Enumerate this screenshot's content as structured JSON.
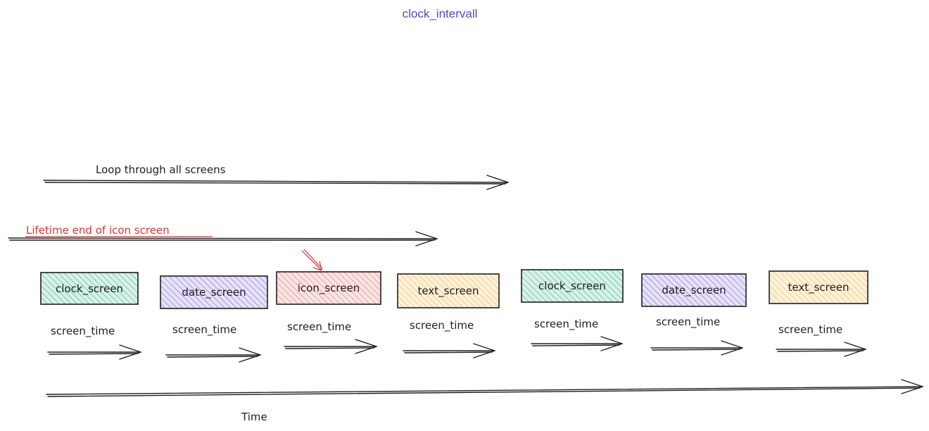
{
  "title": "clock_intervall",
  "loop_label": "Loop through all screens",
  "lifetime_label": "Lifetime end of icon screen",
  "time_label": "Time",
  "colors": {
    "clock": "#2fb37e",
    "date": "#7b5fd6",
    "icon": "#ea6c6c",
    "text": "#f2b43c",
    "lifetime": "#e03131",
    "ink": "#1e1e1e"
  },
  "screens": [
    {
      "label": "clock_screen",
      "duration_label": "screen_time",
      "kind": "clock"
    },
    {
      "label": "date_screen",
      "duration_label": "screen_time",
      "kind": "date"
    },
    {
      "label": "icon_screen",
      "duration_label": "screen_time",
      "kind": "icon"
    },
    {
      "label": "text_screen",
      "duration_label": "screen_time",
      "kind": "text"
    },
    {
      "label": "clock_screen",
      "duration_label": "screen_time",
      "kind": "clock"
    },
    {
      "label": "date_screen",
      "duration_label": "screen_time",
      "kind": "date"
    },
    {
      "label": "text_screen",
      "duration_label": "screen_time",
      "kind": "text"
    }
  ]
}
